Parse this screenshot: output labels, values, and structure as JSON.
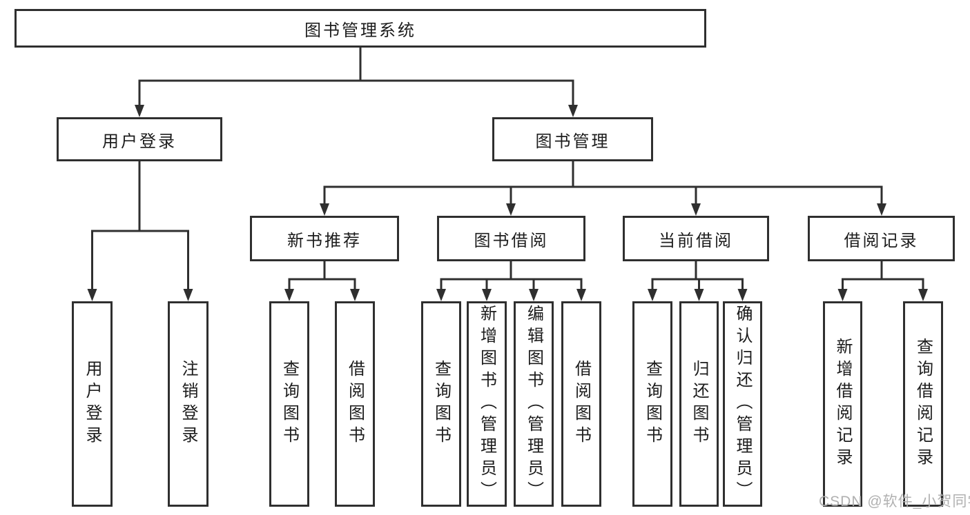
{
  "diagram": {
    "nodes": {
      "root": {
        "label": "图书管理系统"
      },
      "user_login_branch": {
        "label": "用户登录"
      },
      "book_mgmt_branch": {
        "label": "图书管理"
      },
      "new_book_rec": {
        "label": "新书推荐"
      },
      "book_borrow": {
        "label": "图书借阅"
      },
      "current_borrow": {
        "label": "当前借阅"
      },
      "borrow_records": {
        "label": "借阅记录"
      },
      "leaf_user_login": {
        "label": "用户登录"
      },
      "leaf_logout": {
        "label": "注销登录"
      },
      "leaf_nbr_query": {
        "label": "查询图书"
      },
      "leaf_nbr_borrow": {
        "label": "借阅图书"
      },
      "leaf_bb_query": {
        "label": "查询图书"
      },
      "leaf_bb_add": {
        "label": "新增图书（管理员）"
      },
      "leaf_bb_edit": {
        "label": "编辑图书（管理员）"
      },
      "leaf_bb_borrow": {
        "label": "借阅图书"
      },
      "leaf_cb_query": {
        "label": "查询图书"
      },
      "leaf_cb_return": {
        "label": "归还图书"
      },
      "leaf_cb_confirm": {
        "label": "确认归还（管理员）"
      },
      "leaf_br_add": {
        "label": "新增借阅记录"
      },
      "leaf_br_query": {
        "label": "查询借阅记录"
      }
    },
    "hierarchy": {
      "图书管理系统": {
        "用户登录": [
          "用户登录",
          "注销登录"
        ],
        "图书管理": {
          "新书推荐": [
            "查询图书",
            "借阅图书"
          ],
          "图书借阅": [
            "查询图书",
            "新增图书（管理员）",
            "编辑图书（管理员）",
            "借阅图书"
          ],
          "当前借阅": [
            "查询图书",
            "归还图书",
            "确认归还（管理员）"
          ],
          "借阅记录": [
            "新增借阅记录",
            "查询借阅记录"
          ]
        }
      }
    },
    "colors": {
      "line": "#2f2f2f",
      "text": "#1c1c1c",
      "background": "#ffffff",
      "watermark": "#b0b0b0"
    }
  },
  "watermark": {
    "text": "CSDN @软件_小贺同学"
  }
}
